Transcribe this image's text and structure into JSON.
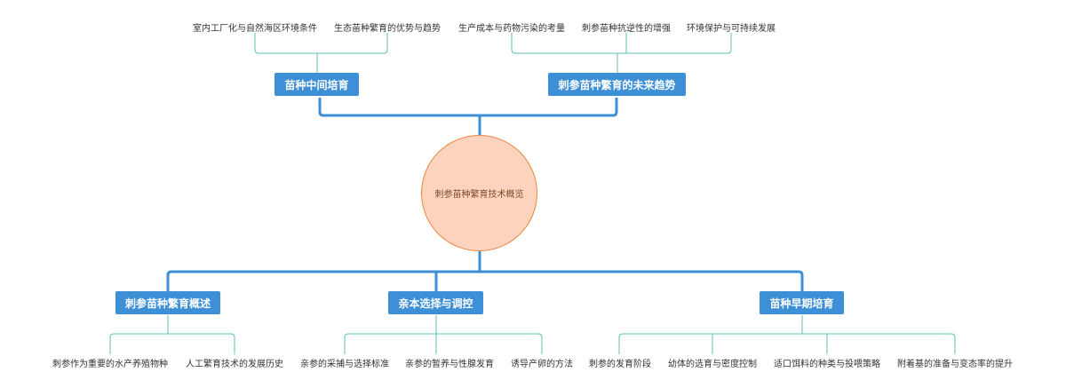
{
  "colors": {
    "main_line": "#3d8fd6",
    "leaf_line": "#5cc1b5",
    "node_fill": "#3d8fd6",
    "center_fill": "#fdd3bd",
    "center_border": "#e8873e"
  },
  "center": {
    "label": "刺参苗种繁育技术概览"
  },
  "branches": {
    "nursery": {
      "label": "苗种中间培育",
      "leaves": [
        "室内工厂化与自然海区环境条件",
        "生态苗种繁育的优势与趋势"
      ]
    },
    "future": {
      "label": "刺参苗种繁育的未来趋势",
      "leaves": [
        "生产成本与药物污染的考量",
        "刺参苗种抗逆性的增强",
        "环境保护与可持续发展"
      ]
    },
    "overview": {
      "label": "刺参苗种繁育概述",
      "leaves": [
        "刺参作为重要的水产养殖物种",
        "人工繁育技术的发展历史"
      ]
    },
    "broodstock": {
      "label": "亲本选择与调控",
      "leaves": [
        "亲参的采捕与选择标准",
        "亲参的暂养与性腺发育",
        "诱导产卵的方法"
      ]
    },
    "early": {
      "label": "苗种早期培育",
      "leaves": [
        "刺参的发育阶段",
        "幼体的选育与密度控制",
        "适口饵料的种类与投喂策略",
        "附着基的准备与变态率的提升"
      ]
    }
  }
}
